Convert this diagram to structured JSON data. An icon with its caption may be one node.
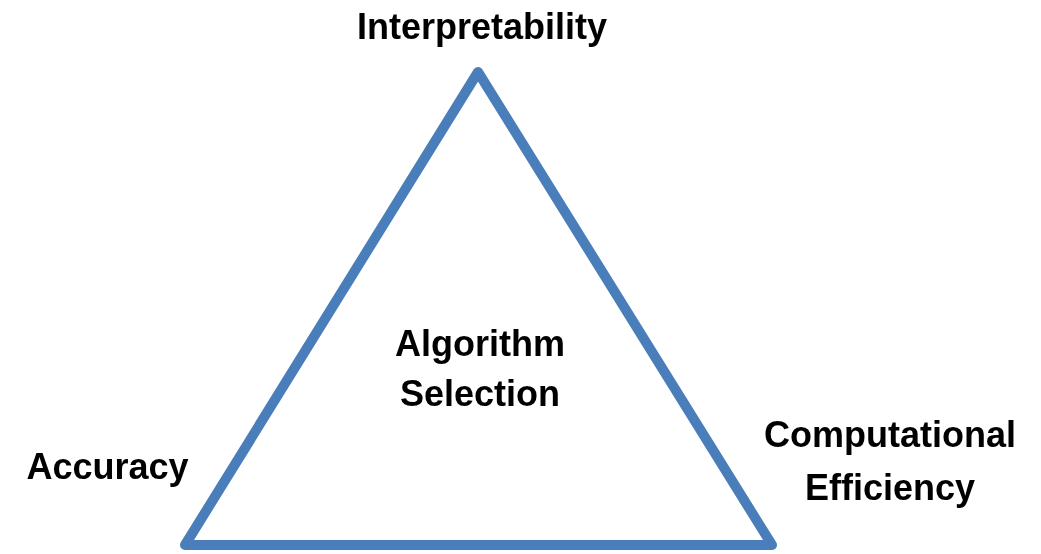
{
  "diagram": {
    "nodes": [
      {
        "text": [
          "Algorithm Selection"
        ]
      }
    ],
    "labels": [
      "Interpretability",
      "Accuracy",
      "Computational Efficiency"
    ]
  }
}
